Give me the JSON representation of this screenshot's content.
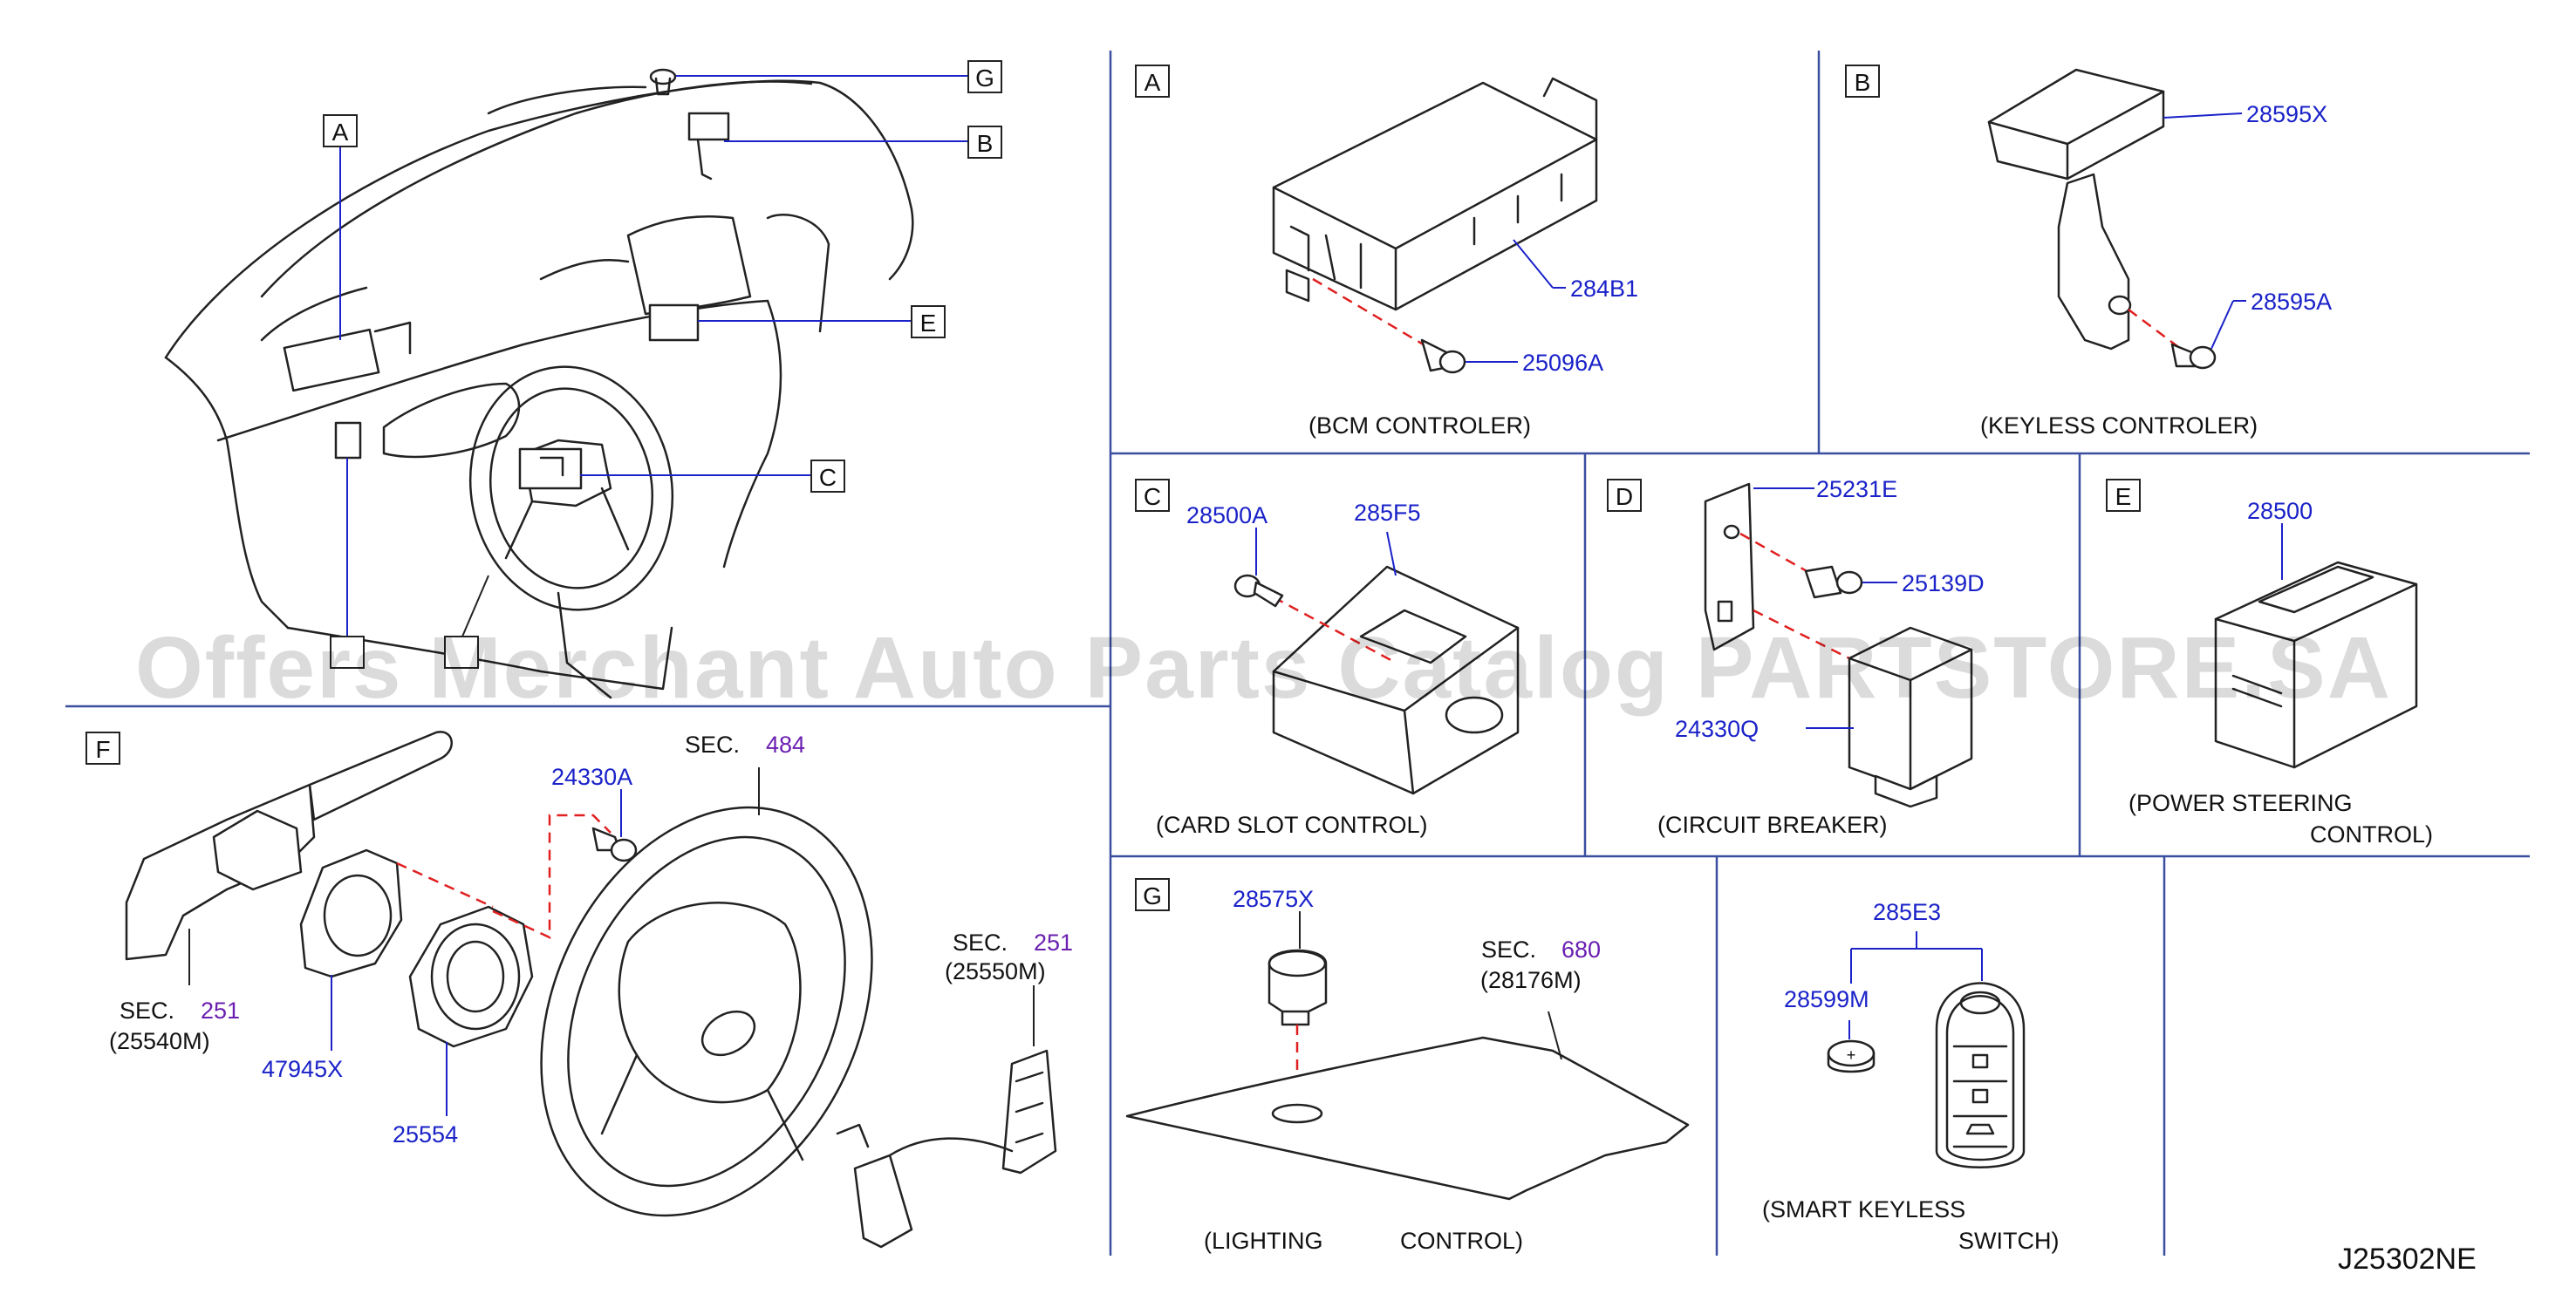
{
  "watermark": "Offers Merchant Auto Parts Catalog PARTSTORE.SA",
  "diagram_code": "J25302NE",
  "overview": {
    "callouts": [
      "A",
      "B",
      "C",
      "E",
      "G"
    ],
    "lower_callouts": [
      "",
      ""
    ]
  },
  "panels": {
    "A": {
      "letter": "A",
      "parts": [
        "284B1",
        "25096A"
      ],
      "caption": "(BCM   CONTROLER)"
    },
    "B": {
      "letter": "B",
      "parts": [
        "28595X",
        "28595A"
      ],
      "caption": "(KEYLESS   CONTROLER)"
    },
    "C": {
      "letter": "C",
      "parts": [
        "28500A",
        "285F5"
      ],
      "caption": "(CARD   SLOT   CONTROL)"
    },
    "D": {
      "letter": "D",
      "parts": [
        "25231E",
        "25139D",
        "24330Q"
      ],
      "caption": "(CIRCUIT   BREAKER)"
    },
    "E": {
      "letter": "E",
      "parts": [
        "28500"
      ],
      "caption_line1": "(POWER   STEERING",
      "caption_line2": "CONTROL)"
    },
    "F": {
      "letter": "F",
      "parts": [
        "24330A",
        "47945X",
        "25554"
      ],
      "sec_word": "SEC.",
      "sec_484": "484",
      "sec_251_left": "251",
      "ref_25540M": "(25540M)",
      "sec_251_right": "251",
      "ref_25550M": "(25550M)"
    },
    "G": {
      "letter": "G",
      "parts": [
        "28575X"
      ],
      "sec_word": "SEC.",
      "sec_680": "680",
      "ref_28176M": "(28176M)",
      "caption_left": "(LIGHTING",
      "caption_right": "CONTROL)"
    },
    "H": {
      "parts": [
        "285E3",
        "28599M"
      ],
      "caption_line1": "(SMART   KEYLESS",
      "caption_line2": "SWITCH)"
    }
  }
}
